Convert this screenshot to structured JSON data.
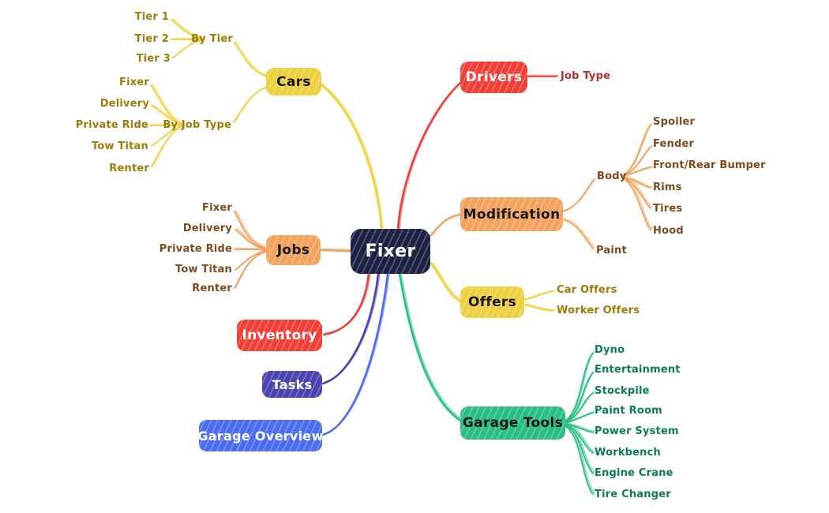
{
  "title": "Fixer mind map",
  "colors": {
    "yellow": "#eed041",
    "orange": "#f2a35e",
    "red": "#ef4037",
    "indigo": "#4d43b0",
    "blue": "#4d6df1",
    "green": "#2abf85",
    "navy": "#1d2143",
    "label_yellow": "#9c7c06",
    "label_orange": "#7d4a1e",
    "label_red": "#b13128",
    "label_green": "#0b7d52"
  },
  "nodes": {
    "root": {
      "label": "Fixer"
    },
    "cars": {
      "label": "Cars",
      "by_tier": {
        "label": "By Tier",
        "children": [
          "Tier 1",
          "Tier 2",
          "Tier 3"
        ]
      },
      "by_job_type": {
        "label": "By Job Type",
        "children": [
          "Fixer",
          "Delivery",
          "Private Ride",
          "Tow Titan",
          "Renter"
        ]
      }
    },
    "jobs": {
      "label": "Jobs",
      "children": [
        "Fixer",
        "Delivery",
        "Private Ride",
        "Tow Titan",
        "Renter"
      ]
    },
    "inventory": {
      "label": "Inventory"
    },
    "tasks": {
      "label": "Tasks"
    },
    "garage_overview": {
      "label": "Garage Overview"
    },
    "drivers": {
      "label": "Drivers",
      "children": [
        "Job Type"
      ]
    },
    "modification": {
      "label": "Modification",
      "body": {
        "label": "Body",
        "children": [
          "Spoiler",
          "Fender",
          "Front/Rear Bumper",
          "Rims",
          "Tires",
          "Hood"
        ]
      },
      "paint": {
        "label": "Paint"
      }
    },
    "offers": {
      "label": "Offers",
      "children": [
        "Car Offers",
        "Worker Offers"
      ]
    },
    "garage_tools": {
      "label": "Garage Tools",
      "children": [
        "Dyno",
        "Entertainment",
        "Stockpile",
        "Paint Room",
        "Power System",
        "Workbench",
        "Engine Crane",
        "Tire Changer"
      ]
    }
  }
}
